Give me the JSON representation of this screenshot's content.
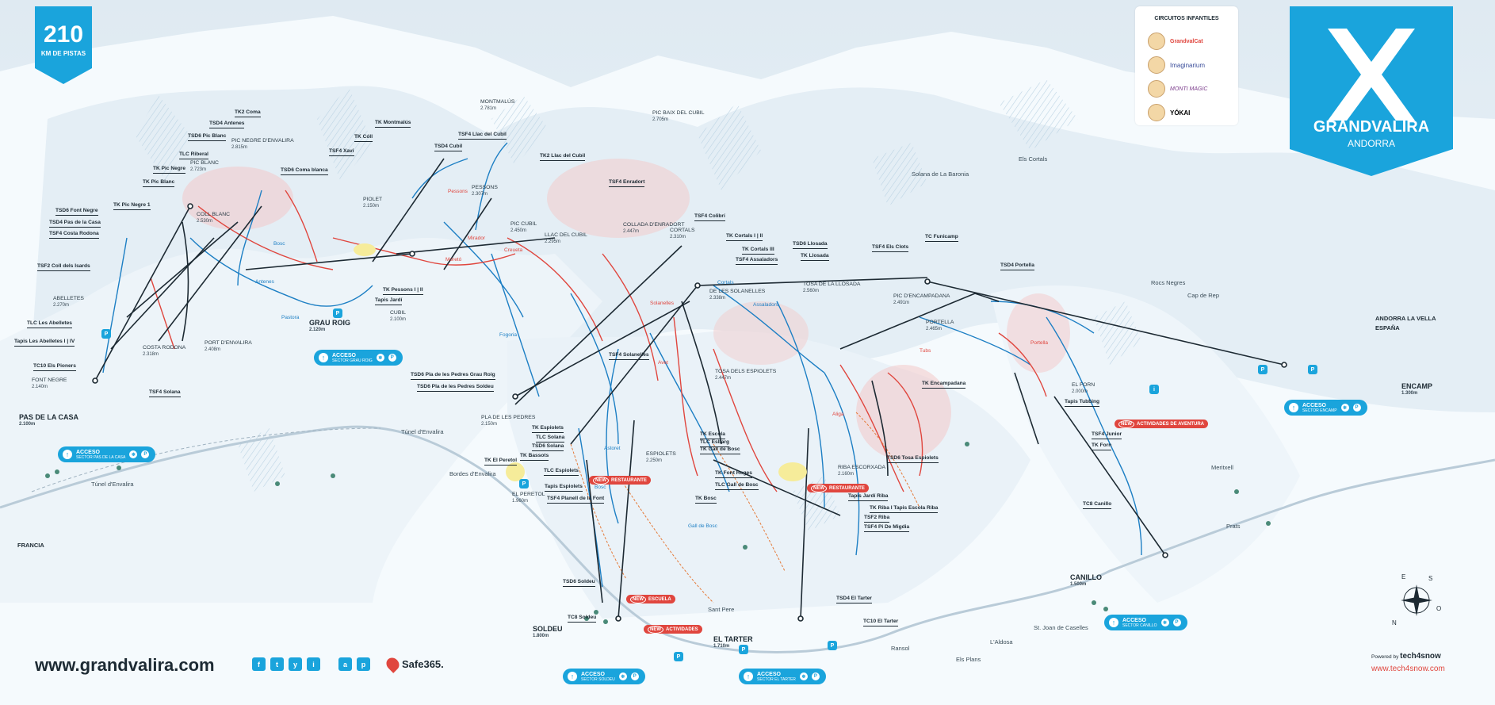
{
  "brand": {
    "name": "GRANDVALIRA",
    "country": "ANDORRA",
    "km_value": "210",
    "km_label": "KM DE PISTAS",
    "colors": {
      "primary": "#1aa4dc",
      "red_run": "#e0463e",
      "blue_run": "#1d7fc4",
      "black_run": "#1d2a33",
      "ink": "#1d2a33"
    }
  },
  "kids_box": {
    "title": "CIRCUITOS INFANTILES",
    "items": [
      {
        "label": "GrandvalCat",
        "icon": "kid-mascot-icon"
      },
      {
        "label": "Imaginarium",
        "icon": "kid-mascot-icon"
      },
      {
        "label": "MONTI MAGIC",
        "icon": "kid-mascot-icon"
      },
      {
        "label": "YÓKAI",
        "icon": "kid-mascot-icon"
      }
    ]
  },
  "sectors": [
    {
      "name": "PAS DE LA CASA",
      "elev": "2.100m"
    },
    {
      "name": "GRAU ROIG",
      "elev": "2.120m"
    },
    {
      "name": "SOLDEU",
      "elev": "1.800m"
    },
    {
      "name": "EL TARTER",
      "elev": "1.710m"
    },
    {
      "name": "CANILLO",
      "elev": "1.500m"
    },
    {
      "name": "ENCAMP",
      "elev": "1.300m"
    }
  ],
  "access": [
    {
      "label": "ACCESO",
      "sub": "SECTOR PAS DE LA CASA"
    },
    {
      "label": "ACCESO",
      "sub": "SECTOR GRAU ROIG"
    },
    {
      "label": "ACCESO",
      "sub": "SECTOR SOLDEU"
    },
    {
      "label": "ACCESO",
      "sub": "SECTOR EL TARTER"
    },
    {
      "label": "ACCESO",
      "sub": "SECTOR CANILLO"
    },
    {
      "label": "ACCESO",
      "sub": "SECTOR ENCAMP"
    }
  ],
  "peaks": [
    {
      "name": "PIC NEGRE D'ENVALIRA",
      "elev": "2.815m"
    },
    {
      "name": "PIC BLANC",
      "elev": "2.723m"
    },
    {
      "name": "COLL BLANC",
      "elev": "2.530m"
    },
    {
      "name": "MONTMALÚS",
      "elev": "2.781m"
    },
    {
      "name": "PIC BAIX DEL CUBIL",
      "elev": "2.705m"
    },
    {
      "name": "PIOLET",
      "elev": "2.150m"
    },
    {
      "name": "PESSONS",
      "elev": "2.307m"
    },
    {
      "name": "PIC CUBIL",
      "elev": "2.450m"
    },
    {
      "name": "LLAC DEL CUBIL",
      "elev": "2.295m"
    },
    {
      "name": "COLLADA D'ENRADORT",
      "elev": "2.447m"
    },
    {
      "name": "CORTALS",
      "elev": "2.310m"
    },
    {
      "name": "ABELLETES",
      "elev": "2.270m"
    },
    {
      "name": "COSTA RODONA",
      "elev": "2.318m"
    },
    {
      "name": "PORT D'ENVALIRA",
      "elev": "2.408m"
    },
    {
      "name": "FONT NEGRE",
      "elev": "2.140m"
    },
    {
      "name": "CUBIL",
      "elev": "2.100m"
    },
    {
      "name": "DE LES SOLANELLES",
      "elev": "2.338m"
    },
    {
      "name": "TOSA DE LA LLOSADA",
      "elev": "2.560m"
    },
    {
      "name": "PIC D'ENCAMPADANA",
      "elev": "2.491m"
    },
    {
      "name": "PORTELLA",
      "elev": "2.465m"
    },
    {
      "name": "EL FORN",
      "elev": "2.000m"
    },
    {
      "name": "TOSA DELS ESPIOLETS",
      "elev": "2.447m"
    },
    {
      "name": "PLA DE LES PEDRES",
      "elev": "2.150m"
    },
    {
      "name": "ESPIOLETS",
      "elev": "2.250m"
    },
    {
      "name": "RIBA ESCORXADA",
      "elev": "2.160m"
    },
    {
      "name": "EL PERETOL",
      "elev": "1.960m"
    }
  ],
  "places": [
    "Els Cortals",
    "Solana de La Baronia",
    "Rocs Negres",
    "Cap de Rep",
    "ANDORRA LA VELLA",
    "ESPAÑA",
    "FRANCIA",
    "Túnel d'Envalira",
    "Túnel d'Envalira",
    "Bordes d'Envalira",
    "Meritxell",
    "Prats",
    "St. Joan de Caselles",
    "L'Aldosa",
    "Ransol",
    "Els Plans",
    "Sant Pere"
  ],
  "lifts": [
    "TK2 Coma",
    "TSD4 Antenes",
    "TSD6 Pic Blanc",
    "TLC Riberal",
    "TK Pic Negre",
    "TK Pic Blanc",
    "TK Pic Negre 1",
    "TSD6 Font Negre",
    "TSD4 Pas de la Casa",
    "TSF4 Costa Rodona",
    "TSF2 Coll dels Isards",
    "TLC Les Abelletes",
    "Tapis Les Abelletes I | IV",
    "TC10 Els Pioners",
    "TSF4 Solana",
    "TK Montmalús",
    "TK Cóll",
    "TSF4 Xavi",
    "TSD6 Coma blanca",
    "TSF4 Llac del Cubil",
    "TSD4 Cubil",
    "TK2 Llac del Cubil",
    "TSF4 Enradort",
    "TSF4 Colibrí",
    "TK Cortals I | II",
    "TK Cortals III",
    "TSF4 Assaladors",
    "TSD6 Llosada",
    "TK Llosada",
    "TSF4 Els Clots",
    "TC Funicamp",
    "TSD4 Portella",
    "TK Encampadana",
    "TK Pessons I | II",
    "Tapis Jardí",
    "TSF4 Solanelles",
    "TSD6 Pla de les Pedres Grau Roig",
    "TSD6 Pla de les Pedres Soldeu",
    "TK Espiolets",
    "TLC Solana",
    "TSD6 Solana",
    "TK Bassots",
    "TK El Peretol",
    "TLC Espiolets",
    "Tapis Espiolets",
    "TSF4 Planell de la Font",
    "TK Escola",
    "TLC Esbarg",
    "TK Gall de Bosc",
    "TK Font Roges",
    "TLC Gall de Bosc",
    "TK Bosc",
    "TSD6 Tosa Espiolets",
    "Tapis Jardí Riba",
    "TK Riba I Tapis Escola Riba",
    "TSF2 Riba",
    "TSF4 Pi De Migdia",
    "TSD6 Soldeu",
    "TC8 Soldeu",
    "TSD4 El Tarter",
    "TC10 El Tarter",
    "Tapis Tubbing",
    "TSF4 Junior",
    "TK Forn",
    "TC8 Canillo"
  ],
  "runs_blue": [
    "Pastora",
    "Antenes",
    "Bosc",
    "Fogoria",
    "Bosc",
    "Astoret",
    "Gall de Bosc",
    "Cortals",
    "Assaladors"
  ],
  "runs_red": [
    "Mirador",
    "Moretó",
    "Creueta",
    "Pessons",
    "Solanelles",
    "Avet",
    "Aliga",
    "Tubs",
    "Portella"
  ],
  "new_tags": [
    {
      "new": "NEW",
      "text": "RESTAURANTE"
    },
    {
      "new": "NEW",
      "text": "ESCUELA"
    },
    {
      "new": "NEW",
      "text": "ACTIVIDADES"
    },
    {
      "new": "NEW",
      "text": "RESTAURANTE"
    },
    {
      "new": "NEW",
      "text": "ACTIVIDADES DE AVENTURA"
    }
  ],
  "footer": {
    "url": "www.grandvalira.com",
    "safe": "Safe365.",
    "powered": "Powered by",
    "powered_brand": "tech4snow",
    "powered_url": "www.tech4snow.com",
    "social": [
      "f",
      "t",
      "y",
      "i",
      "a",
      "p"
    ]
  },
  "compass": {
    "n": "N",
    "s": "S",
    "e": "E",
    "o": "O"
  }
}
